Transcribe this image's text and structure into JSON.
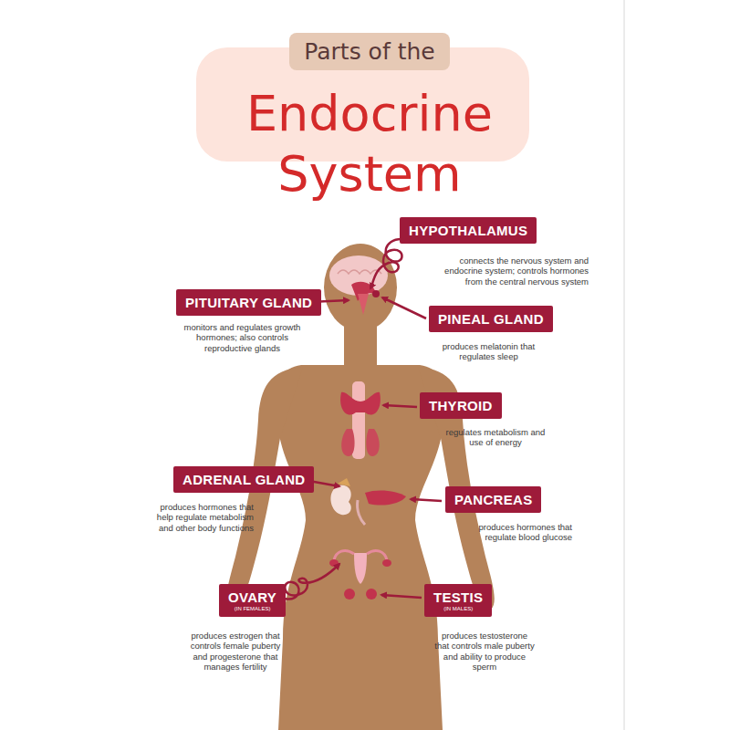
{
  "diagram": {
    "title": "Endocrine System",
    "nodes": [
      {
        "text": [
          "Parts of the"
        ]
      },
      {
        "text": [
          "HYPOTHALAMUS",
          "connects the nervous system and endocrine system; controls hormones from the central nervous system"
        ]
      },
      {
        "text": [
          "PITUITARY GLAND",
          "monitors and regulates growth hormones; also controls reproductive glands"
        ]
      },
      {
        "text": [
          "PINEAL GLAND",
          "produces melatonin that regulates sleep"
        ]
      },
      {
        "text": [
          "THYROID",
          "regulates metabolism and use of energy"
        ]
      },
      {
        "text": [
          "ADRENAL GLAND",
          "produces hormones that help regulate metabolism and other body functions"
        ]
      },
      {
        "text": [
          "PANCREAS",
          "produces hormones that regulate blood glucose"
        ]
      },
      {
        "text": [
          "OVARY",
          "(IN FEMALES)",
          "produces estrogen that controls female puberty and progesterone that manages fertility"
        ]
      },
      {
        "text": [
          "TESTIS",
          "(IN MALES)",
          "produces testosterone that controls male puberty and ability to produce sperm"
        ]
      }
    ]
  }
}
